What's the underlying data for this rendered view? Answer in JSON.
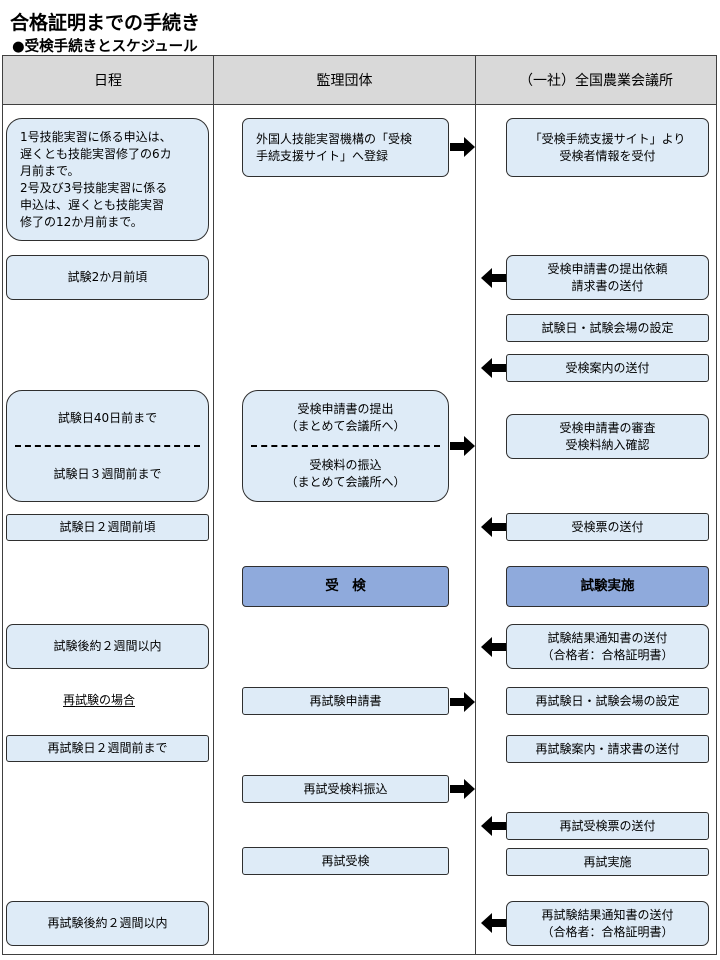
{
  "title": "合格証明までの手続き",
  "subtitle": "●受検手続きとスケジュール",
  "columns": {
    "schedule": "日程",
    "supervising": "監理団体",
    "association": "（一社）全国農業会議所"
  },
  "schedule": {
    "application_deadline": [
      "1号技能実習に係る申込は、",
      "遅くとも技能実習修了の6カ",
      "月前まで。",
      "2号及び3号技能実習に係る",
      "申込は、遅くとも技能実習",
      "修了の12か月前まで。"
    ],
    "two_months_before": "試験2か月前頃",
    "forty_days_before": "試験日40日前まで",
    "three_weeks_before": "試験日３週間前まで",
    "two_weeks_before": "試験日２週間前頃",
    "two_weeks_after": "試験後約２週間以内",
    "reexam_case": "再試験の場合",
    "reexam_two_weeks_before": "再試験日２週間前まで",
    "reexam_two_weeks_after": "再試験後約２週間以内"
  },
  "supervising": {
    "register": [
      "外国人技能実習機構の「受検",
      "手続支援サイト」へ登録"
    ],
    "submit_application": [
      "受検申請書の提出",
      "（まとめて会議所へ）"
    ],
    "pay_fee": [
      "受検料の振込",
      "（まとめて会議所へ）"
    ],
    "exam": "受　検",
    "reexam_application": "再試験申請書",
    "reexam_fee": "再試受検料振込",
    "reexam": "再試受検"
  },
  "association": {
    "receive_info": [
      "「受検手続支援サイト」より",
      "受検者情報を受付"
    ],
    "request_application": [
      "受検申請書の提出依頼",
      "請求書の送付"
    ],
    "set_date_venue": "試験日・試験会場の設定",
    "send_guide": "受検案内の送付",
    "review": [
      "受検申請書の審査",
      "受検料納入確認"
    ],
    "send_ticket": "受検票の送付",
    "conduct_exam": "試験実施",
    "send_result": [
      "試験結果通知書の送付",
      "（合格者：合格証明書）"
    ],
    "reexam_set_date_venue": "再試験日・試験会場の設定",
    "reexam_guide_invoice": "再試験案内・請求書の送付",
    "reexam_send_ticket": "再試受検票の送付",
    "reexam_conduct": "再試実施",
    "reexam_send_result": [
      "再試験結果通知書の送付",
      "（合格者：合格証明書）"
    ]
  }
}
